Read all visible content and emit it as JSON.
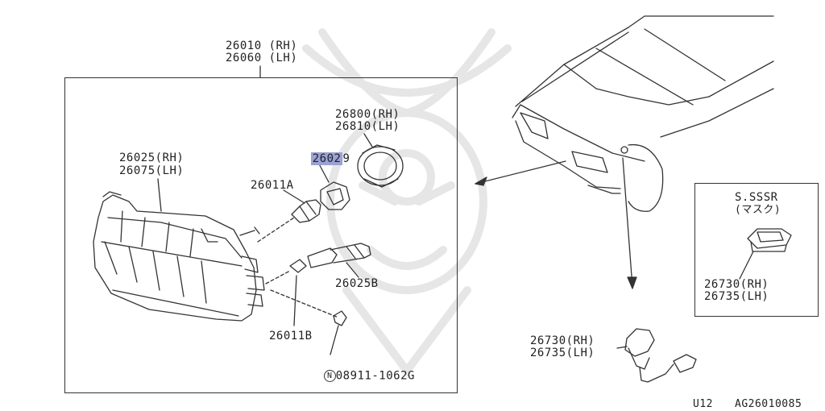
{
  "headlamp": {
    "assembly_rh": "26010 (RH)",
    "assembly_lh": "26060 (LH)",
    "housing_rh": "26025(RH)",
    "housing_lh": "26075(LH)",
    "bulb_main": "26011A",
    "bulb_socket": "26029",
    "bulb_socket_highlighted": "2602",
    "bulb_socket_rest": "9",
    "cap_rh": "26800(RH)",
    "cap_lh": "26810(LH)",
    "socket_harness": "26025B",
    "small_bulb": "26011B",
    "clip_symbol": "N",
    "clip_part": "08911-1062G"
  },
  "inset_box": {
    "grade": "S.SSSR",
    "note": "(マスク)",
    "lamp_rh": "26730(RH)",
    "lamp_lh": "26735(LH)"
  },
  "side_lamp": {
    "lamp_rh": "26730(RH)",
    "lamp_lh": "26735(LH)"
  },
  "footer": {
    "model": "U12",
    "diagram_code": "AG26010085"
  },
  "colors": {
    "line": "#333333",
    "highlight": "#9aa2d6",
    "watermark": "#e8e8e8"
  }
}
